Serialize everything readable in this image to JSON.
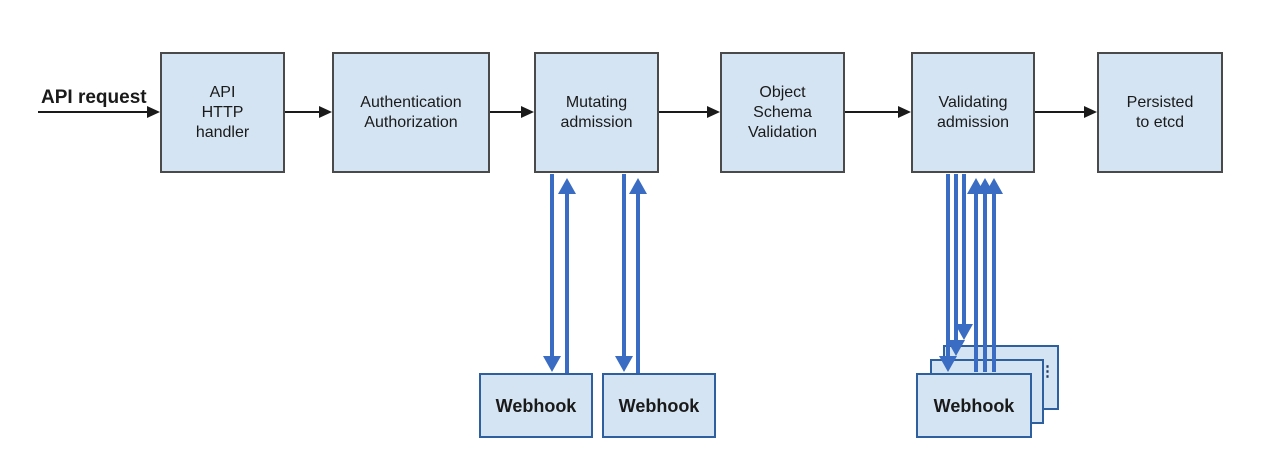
{
  "diagram": {
    "request_label": "API request",
    "flow_nodes": [
      {
        "id": "api-http-handler",
        "label": "API\nHTTP\nhandler"
      },
      {
        "id": "authn-authz",
        "label": "Authentication\nAuthorization"
      },
      {
        "id": "mutating-admission",
        "label": "Mutating\nadmission"
      },
      {
        "id": "object-schema-validation",
        "label": "Object\nSchema\nValidation"
      },
      {
        "id": "validating-admission",
        "label": "Validating\nadmission"
      },
      {
        "id": "persisted-to-etcd",
        "label": "Persisted\nto etcd"
      }
    ],
    "mutating_webhooks": [
      {
        "label": "Webhook"
      },
      {
        "label": "Webhook"
      }
    ],
    "validating_webhook": {
      "label": "Webhook",
      "more_indicator": "⋮"
    },
    "colors": {
      "node_fill": "#d4e4f2",
      "node_border": "#4a4a4a",
      "webhook_border": "#2e5f9e",
      "arrow_black": "#1a1a1a",
      "arrow_blue": "#3a6cc3",
      "text": "#1a1a1a"
    }
  }
}
